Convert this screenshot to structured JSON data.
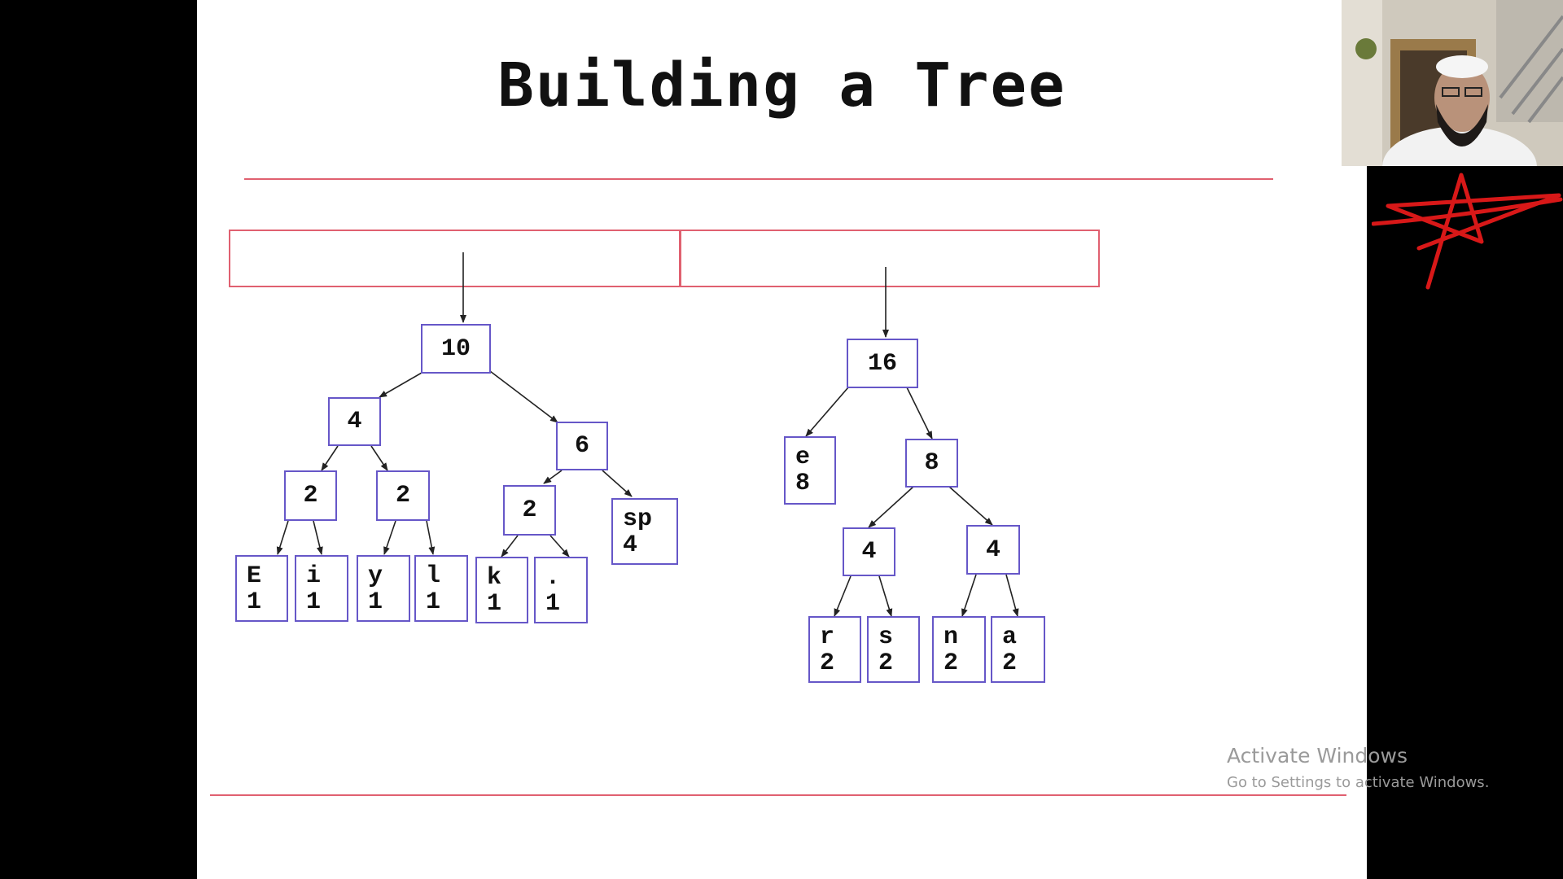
{
  "slide": {
    "title": "Building a Tree"
  },
  "trees": [
    {
      "root": "10",
      "nodes": [
        {
          "id": "t1-root",
          "label": "10"
        },
        {
          "id": "t1-4",
          "label": "4"
        },
        {
          "id": "t1-6",
          "label": "6"
        },
        {
          "id": "t1-2a",
          "label": "2"
        },
        {
          "id": "t1-2b",
          "label": "2"
        },
        {
          "id": "t1-2c",
          "label": "2"
        },
        {
          "id": "t1-sp",
          "char": "sp",
          "freq": "4"
        },
        {
          "id": "t1-E",
          "char": "E",
          "freq": "1"
        },
        {
          "id": "t1-i",
          "char": "i",
          "freq": "1"
        },
        {
          "id": "t1-y",
          "char": "y",
          "freq": "1"
        },
        {
          "id": "t1-l",
          "char": "l",
          "freq": "1"
        },
        {
          "id": "t1-k",
          "char": "k",
          "freq": "1"
        },
        {
          "id": "t1-dot",
          "char": ".",
          "freq": "1"
        }
      ]
    },
    {
      "root": "16",
      "nodes": [
        {
          "id": "t2-root",
          "label": "16"
        },
        {
          "id": "t2-e",
          "char": "e",
          "freq": "8"
        },
        {
          "id": "t2-8",
          "label": "8"
        },
        {
          "id": "t2-4a",
          "label": "4"
        },
        {
          "id": "t2-4b",
          "label": "4"
        },
        {
          "id": "t2-r",
          "char": "r",
          "freq": "2"
        },
        {
          "id": "t2-s",
          "char": "s",
          "freq": "2"
        },
        {
          "id": "t2-n",
          "char": "n",
          "freq": "2"
        },
        {
          "id": "t2-a",
          "char": "a",
          "freq": "2"
        }
      ]
    }
  ],
  "watermark": {
    "line1": "Activate Windows",
    "line2": "Go to Settings to activate Windows."
  },
  "colors": {
    "rule": "#e06070",
    "node_border": "#6657c8",
    "annotation": "#d81818"
  }
}
